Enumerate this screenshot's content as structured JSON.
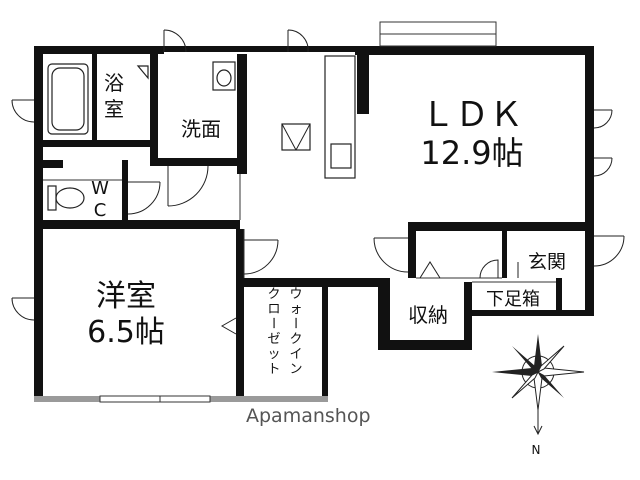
{
  "rooms": {
    "bath": [
      "浴",
      "室"
    ],
    "washroom": "洗面",
    "wc": [
      "W",
      "C"
    ],
    "ldk": {
      "name": "ＬＤＫ",
      "size": "12.9帖"
    },
    "western": {
      "name": "洋室",
      "size": "6.5帖"
    },
    "walkin_closet": [
      "ウォークイン",
      "クローゼット"
    ],
    "storage": "収納",
    "entrance": "玄関",
    "shoe_box": "下足箱"
  },
  "compass_label": "N",
  "watermark": "Apamanshop"
}
